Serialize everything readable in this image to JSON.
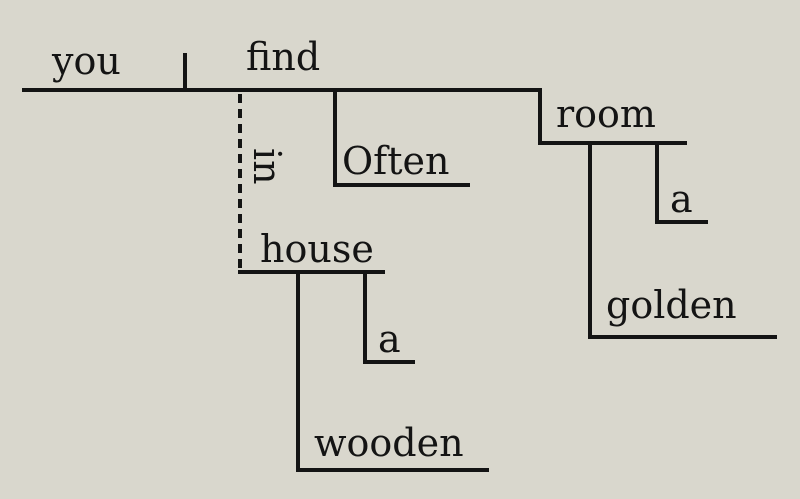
{
  "diagram": {
    "subject": "you",
    "verb": "find",
    "object": "room",
    "object_modifiers": [
      "a",
      "golden"
    ],
    "adverb": "Often",
    "preposition": "in",
    "prep_object": "house",
    "prep_object_modifiers": [
      "a",
      "wooden"
    ]
  }
}
